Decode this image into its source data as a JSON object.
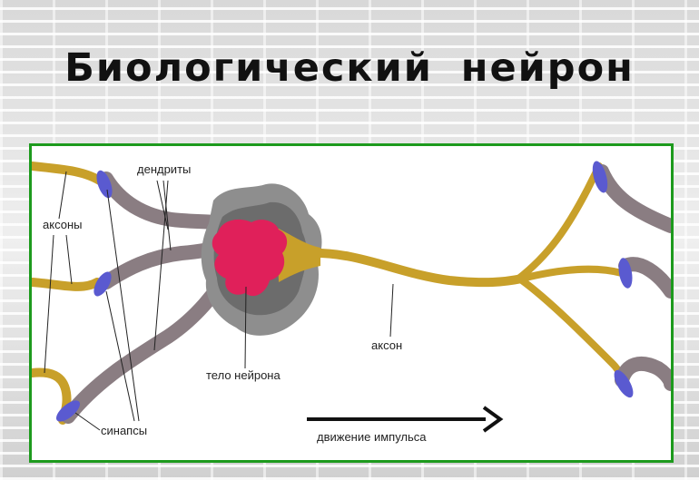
{
  "title": "Биологический нейрон",
  "labels": {
    "dendrites": "дендриты",
    "axons": "аксоны",
    "synapses": "синапсы",
    "soma": "тело нейрона",
    "axon": "аксон",
    "impulse": "движение импульса"
  },
  "colors": {
    "frame": "#1d9a1d",
    "axon": "#c8a02a",
    "dendrite": "#8a7d82",
    "synapse": "#5a5ad0",
    "nucleus": "#e0205a",
    "soma_outer": "#8e8e8e",
    "soma_inner": "#6c6c6c"
  }
}
